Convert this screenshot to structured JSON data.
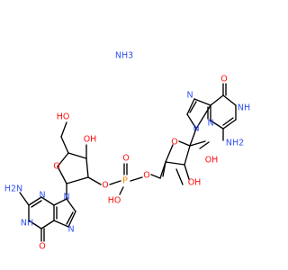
{
  "molecule": {
    "counterion": "NH3",
    "labels": {
      "ammonia": "NH3",
      "oxygen": "O",
      "nitrogen": "N",
      "nh": "NH",
      "amine_right": "NH2",
      "amine_left": "H2N",
      "hydroxyl_right": "OH",
      "hydroxyl_left": "HO",
      "phosphorus": "P"
    }
  },
  "colors": {
    "carbon_bond": "#000000",
    "nitrogen": "#3050F8",
    "oxygen": "#FF0D0D",
    "phosphorus": "#FF8000",
    "background": "#FFFFFF"
  }
}
